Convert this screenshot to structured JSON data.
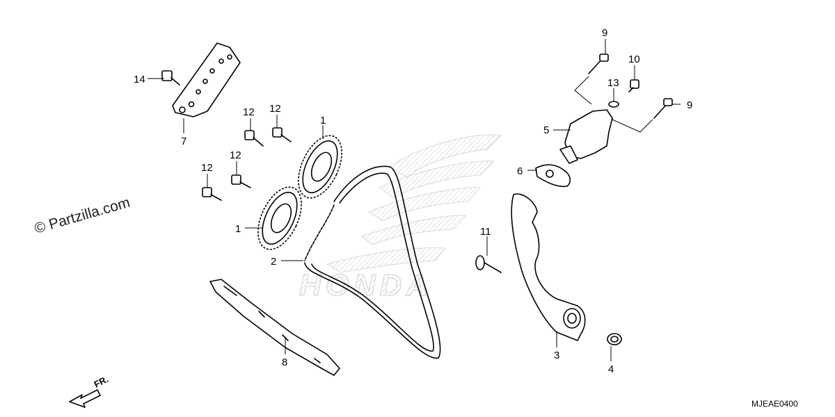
{
  "watermark": {
    "text": "© Partzilla.com"
  },
  "diagram_code": "MJEAE0400",
  "front_indicator": {
    "label": "FR."
  },
  "background_logo": {
    "text": "HONDA"
  },
  "callouts": {
    "c1a": "1",
    "c1b": "1",
    "c2": "2",
    "c3": "3",
    "c4": "4",
    "c5": "5",
    "c6": "6",
    "c7": "7",
    "c8": "8",
    "c9a": "9",
    "c9b": "9",
    "c10": "10",
    "c11": "11",
    "c12a": "12",
    "c12b": "12",
    "c12c": "12",
    "c12d": "12",
    "c13": "13",
    "c14": "14"
  }
}
